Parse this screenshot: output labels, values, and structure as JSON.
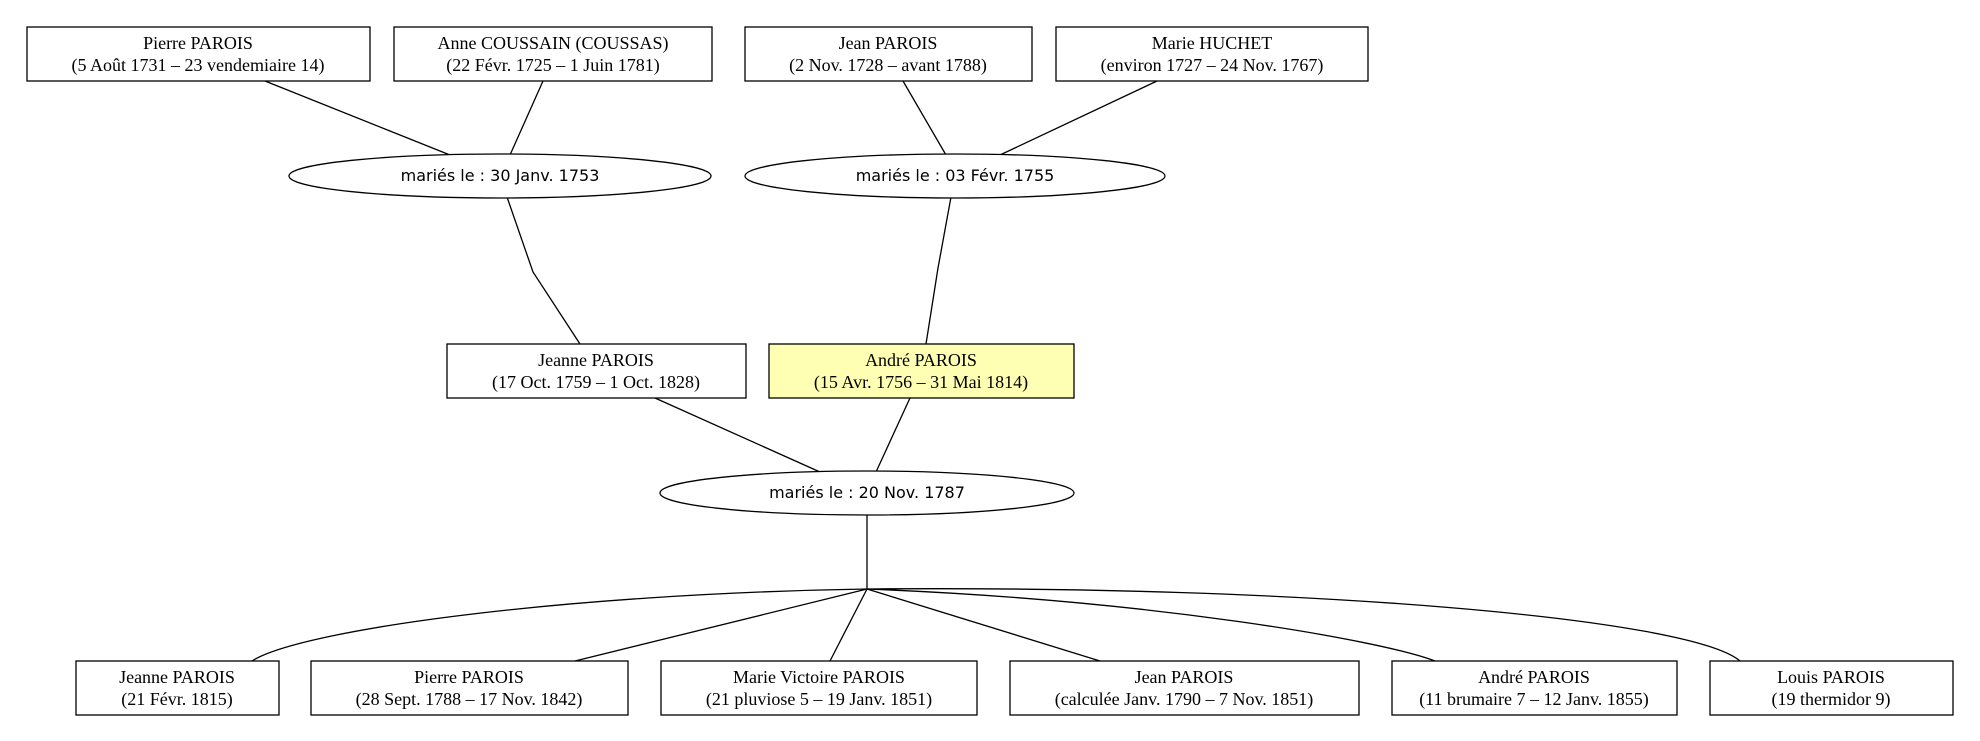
{
  "colors": {
    "highlight_fill": "#ffffb4",
    "stroke": "#000000",
    "background": "#ffffff"
  },
  "persons": {
    "p_pierre_sr": {
      "name": "Pierre PAROIS",
      "dates": "(5 Août 1731 – 23 vendemiaire 14)"
    },
    "p_anne": {
      "name": "Anne COUSSAIN (COUSSAS)",
      "dates": "(22 Févr. 1725 – 1 Juin 1781)"
    },
    "p_jean_sr": {
      "name": "Jean PAROIS",
      "dates": "(2 Nov. 1728 – avant 1788)"
    },
    "p_marie_h": {
      "name": "Marie HUCHET",
      "dates": "(environ 1727 – 24 Nov. 1767)"
    },
    "p_jeanne_m": {
      "name": "Jeanne PAROIS",
      "dates": "(17 Oct. 1759 – 1 Oct. 1828)"
    },
    "p_andre_m": {
      "name": "André PAROIS",
      "dates": "(15 Avr. 1756 – 31 Mai 1814)"
    },
    "c_jeanne": {
      "name": "Jeanne PAROIS",
      "dates": "(21 Févr. 1815)"
    },
    "c_pierre": {
      "name": "Pierre PAROIS",
      "dates": "(28 Sept. 1788 – 17 Nov. 1842)"
    },
    "c_marie_v": {
      "name": "Marie Victoire PAROIS",
      "dates": "(21 pluviose 5 – 19 Janv. 1851)"
    },
    "c_jean": {
      "name": "Jean PAROIS",
      "dates": "(calculée Janv. 1790 – 7 Nov. 1851)"
    },
    "c_andre": {
      "name": "André PAROIS",
      "dates": "(11 brumaire 7 – 12 Janv. 1855)"
    },
    "c_louis": {
      "name": "Louis PAROIS",
      "dates": "(19 thermidor 9)"
    }
  },
  "marriages": {
    "m1": {
      "label": "mariés le : 30 Janv. 1753"
    },
    "m2": {
      "label": "mariés le : 03 Févr. 1755"
    },
    "m3": {
      "label": "mariés le : 20 Nov. 1787"
    }
  },
  "highlighted_person": "p_andre_m"
}
